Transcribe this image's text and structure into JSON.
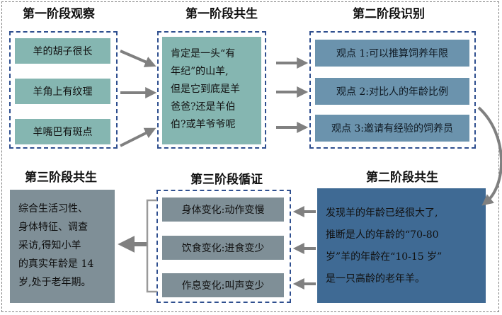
{
  "stage1_observe": {
    "title": "第一阶段观察",
    "items": [
      "羊的胡子很长",
      "羊角上有纹理",
      "羊嘴巴有斑点"
    ]
  },
  "stage1_cocreate": {
    "title": "第一阶段共生",
    "lines": [
      "肯定是一头“有",
      "年纪”的山羊,",
      "但是它到底是羊",
      "爸爸?还是羊伯",
      "伯?或羊爷爷呢"
    ]
  },
  "stage2_identify": {
    "title": "第二阶段识别",
    "items": [
      "观点 1:可以推算饲养年限",
      "观点 2:对比人的年龄比例",
      "观点 3:邀请有经验的饲养员"
    ]
  },
  "stage2_cocreate": {
    "title": "第二阶段共生",
    "lines": [
      "发现羊的年龄已经很大了,",
      "推断是人的年龄的“70-80",
      "岁”羊的年龄在“10-15 岁”",
      "是一只高龄的老年羊。"
    ]
  },
  "stage3_evidence": {
    "title": "第三阶段循证",
    "items": [
      "身体变化:动作变慢",
      "饮食变化:进食变少",
      "作息变化:叫声变少"
    ]
  },
  "stage3_cocreate": {
    "title": "第三阶段共生",
    "lines": [
      "综合生活习性、",
      "身体特征、调查",
      "采访,得知小羊",
      "的真实年龄是 14",
      "岁,处于老年期。"
    ]
  },
  "colors": {
    "green": "#85b6b1",
    "blue": "#6b93ad",
    "dark_blue": "#3f6a94",
    "gray": "#7f8f97",
    "arrow": "#808080",
    "dashed_border": "#2f4f8f"
  }
}
